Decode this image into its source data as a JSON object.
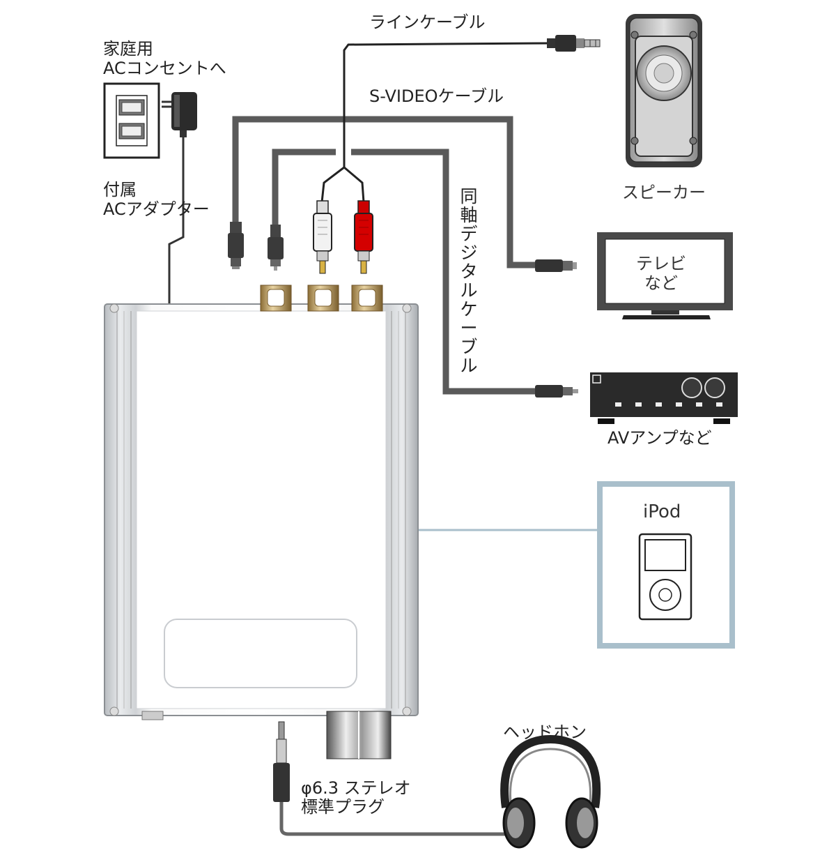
{
  "labels": {
    "ac_outlet": [
      "家庭用",
      "ACコンセントへ"
    ],
    "ac_adapter": [
      "付属",
      "ACアダプター"
    ],
    "line_cable": "ラインケーブル",
    "svideo_cable": "S-VIDEOケーブル",
    "coax_cable": "同軸デジタルケーブル",
    "speaker": "スピーカー",
    "tv": [
      "テレビ",
      "など"
    ],
    "av_amp": "AVアンプなど",
    "ipod": "iPod",
    "headphone": "ヘッドホン",
    "plug": [
      "φ6.3 ステレオ",
      "標準プラグ"
    ]
  },
  "colors": {
    "cable": "#5a5a5a",
    "ipod_frame": "#a9bfcb",
    "rca_red": "#d40000",
    "rca_white": "#f2f2f2",
    "gold": "#c9a86a"
  }
}
